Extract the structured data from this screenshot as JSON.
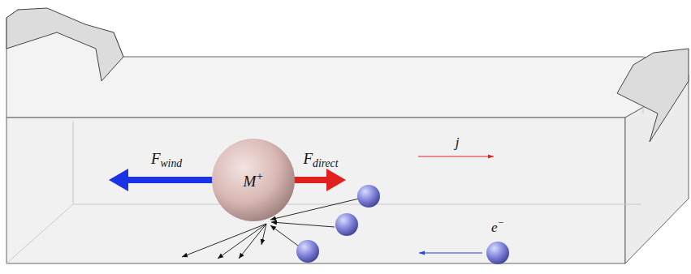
{
  "diagram": {
    "nodes": [
      {
        "text": [
          "M+"
        ]
      },
      {
        "text": [
          "e−"
        ]
      }
    ],
    "labels": [
      "Fwind",
      "Fdirect",
      "j"
    ]
  }
}
